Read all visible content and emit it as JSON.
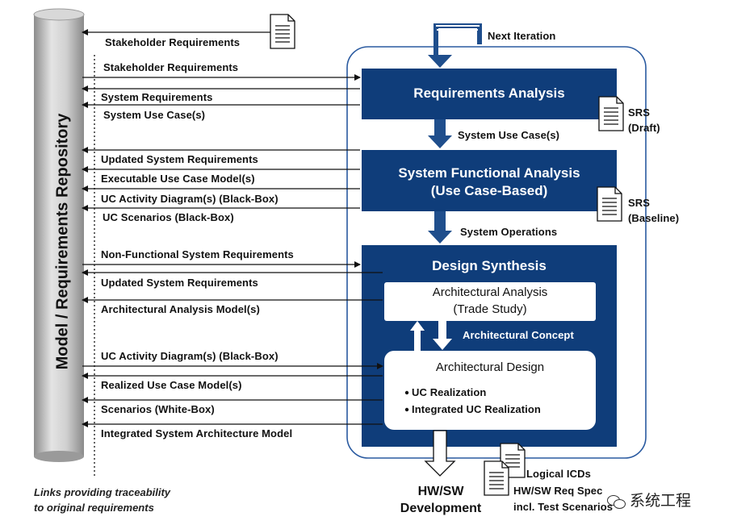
{
  "repository": {
    "label": "Model / Requirements Repository"
  },
  "next_iteration": "Next Iteration",
  "process": {
    "requirements_analysis": "Requirements Analysis",
    "system_functional_analysis_line1": "System Functional Analysis",
    "system_functional_analysis_line2": "(Use Case-Based)",
    "design_synthesis": "Design Synthesis",
    "architectural_analysis_line1": "Architectural Analysis",
    "architectural_analysis_line2": "(Trade Study)",
    "architectural_design": "Architectural Design",
    "uc_realization": "UC Realization",
    "integrated_uc_realization": "Integrated UC Realization"
  },
  "flows": {
    "system_use_cases": "System Use Case(s)",
    "system_operations": "System Operations",
    "architectural_concept": "Architectural Concept"
  },
  "documents": {
    "srs_draft_line1": "SRS",
    "srs_draft_line2": "(Draft)",
    "srs_baseline_line1": "SRS",
    "srs_baseline_line2": "(Baseline)",
    "logical_icds": "Logical ICDs",
    "hw_sw_req_spec": "HW/SW Req Spec",
    "test_scenarios": "incl. Test Scenarios"
  },
  "output": {
    "line1": "HW/SW",
    "line2": "Development"
  },
  "links": [
    "Stakeholder Requirements",
    "Stakeholder Requirements",
    "System Requirements",
    "System Use Case(s)",
    "Updated System Requirements",
    "Executable Use Case Model(s)",
    "UC Activity Diagram(s) (Black-Box)",
    "UC Scenarios (Black-Box)",
    "Non-Functional System Requirements",
    "Updated System Requirements",
    "Architectural Analysis Model(s)",
    "UC Activity Diagram(s) (Black-Box)",
    "Realized Use Case Model(s)",
    "Scenarios (White-Box)",
    "Integrated System Architecture Model"
  ],
  "traceability_note_line1": "Links providing traceability",
  "traceability_note_line2": "to original requirements",
  "watermark": "系统工程",
  "colors": {
    "navy": "#0f3d7a",
    "arrow_blue": "#1f4e8c",
    "repo_gray": "#b8b8b8"
  }
}
